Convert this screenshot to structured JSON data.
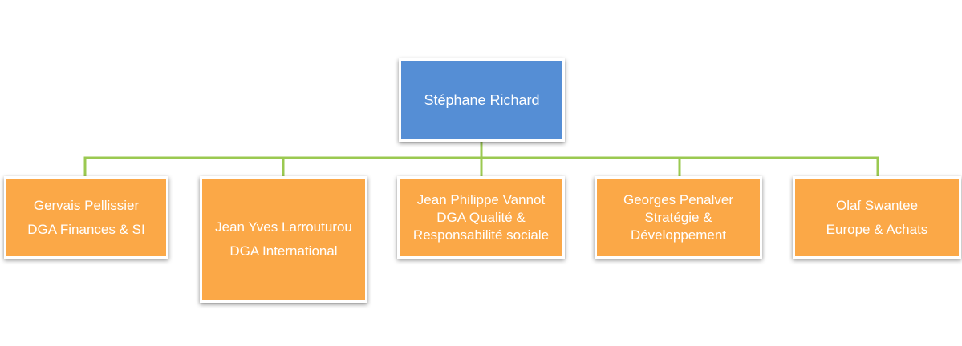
{
  "org_chart": {
    "root": {
      "lines": [
        "Stéphane Richard"
      ]
    },
    "children": [
      {
        "lines": [
          "Gervais Pellissier",
          "DGA Finances & SI"
        ]
      },
      {
        "lines": [
          "Jean Yves Larrouturou",
          "DGA International"
        ]
      },
      {
        "lines": [
          "Jean Philippe Vannot",
          "DGA Qualité &",
          "Responsabilité sociale"
        ]
      },
      {
        "lines": [
          "Georges Penalver",
          "Stratégie &",
          "Développement"
        ]
      },
      {
        "lines": [
          "Olaf Swantee",
          "Europe & Achats"
        ]
      }
    ],
    "colors": {
      "root_fill": "#558ed5",
      "child_fill": "#fba847",
      "connector": "#9bc951",
      "text": "#ffffff"
    }
  }
}
